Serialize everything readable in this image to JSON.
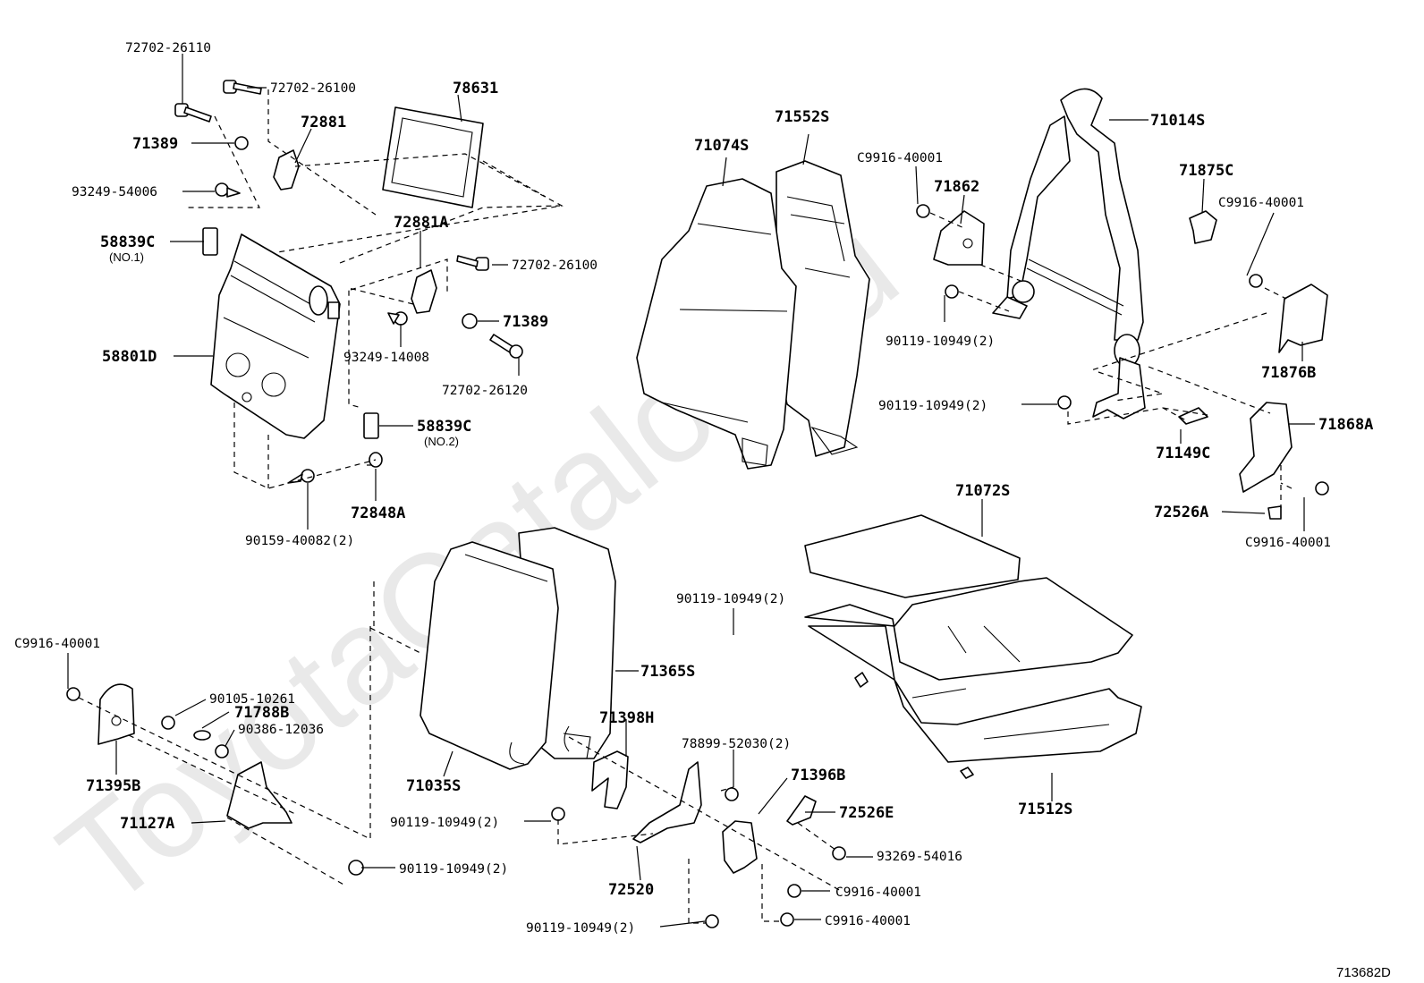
{
  "watermark": "ToyotaCatalog.ru",
  "diagram_id": "713682D",
  "parts": {
    "p72702_26110": "72702-26110",
    "p72702_26100a": "72702-26100",
    "p78631": "78631",
    "p72881": "72881",
    "p71389a": "71389",
    "p93249_54006": "93249-54006",
    "p72881A": "72881A",
    "p58839C_1": "58839C",
    "p58839C_1_sub": "(NO.1)",
    "p72702_26100b": "72702-26100",
    "p71389b": "71389",
    "p58801D": "58801D",
    "p93249_14008": "93249-14008",
    "p72702_26120": "72702-26120",
    "p58839C_2": "58839C",
    "p58839C_2_sub": "(NO.2)",
    "p72848A": "72848A",
    "p90159_40082": "90159-40082(2)",
    "p71552S": "71552S",
    "p71074S": "71074S",
    "pC9916_a": "C9916-40001",
    "p71862": "71862",
    "p71014S": "71014S",
    "p71875C": "71875C",
    "pC9916_b": "C9916-40001",
    "p90119_a": "90119-10949(2)",
    "p71876B": "71876B",
    "p90119_b": "90119-10949(2)",
    "p71868A": "71868A",
    "p71149C": "71149C",
    "p72526A": "72526A",
    "pC9916_c": "C9916-40001",
    "p71072S": "71072S",
    "p90119_c": "90119-10949(2)",
    "p71365S": "71365S",
    "pC9916_d": "C9916-40001",
    "p90105_10261": "90105-10261",
    "p71788B": "71788B",
    "p90386_12036": "90386-12036",
    "p71398H": "71398H",
    "p71395B": "71395B",
    "p71035S": "71035S",
    "p78899_52030": "78899-52030(2)",
    "p71396B": "71396B",
    "p71127A": "71127A",
    "p90119_d": "90119-10949(2)",
    "p72526E": "72526E",
    "p93269_54016": "93269-54016",
    "p90119_e": "90119-10949(2)",
    "p72520": "72520",
    "pC9916_e": "C9916-40001",
    "p90119_f": "90119-10949(2)",
    "pC9916_f": "C9916-40001",
    "p71512S": "71512S"
  }
}
